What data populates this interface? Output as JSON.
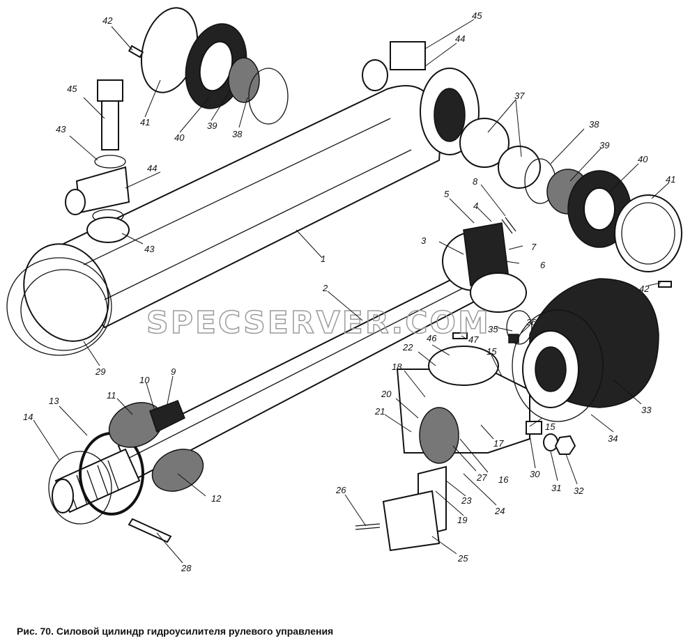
{
  "caption": "Рис. 70. Силовой цилиндр гидроусилителя рулевого управления",
  "watermark": "SPECSERVER.COM",
  "callouts": {
    "c1": "1",
    "c2": "2",
    "c3": "3",
    "c4": "4",
    "c5": "5",
    "c6": "6",
    "c7": "7",
    "c8": "8",
    "c9": "9",
    "c10": "10",
    "c11": "11",
    "c12": "12",
    "c13": "13",
    "c14": "14",
    "c15a": "15",
    "c15b": "15",
    "c16": "16",
    "c17": "17",
    "c18": "18",
    "c19": "19",
    "c20": "20",
    "c21": "21",
    "c22": "22",
    "c23": "23",
    "c24": "24",
    "c25": "25",
    "c26": "26",
    "c27": "27",
    "c28": "28",
    "c29": "29",
    "c30": "30",
    "c31": "31",
    "c32": "32",
    "c33": "33",
    "c34": "34",
    "c35": "35",
    "c36": "36",
    "c37": "37",
    "c38a": "38",
    "c38b": "38",
    "c39a": "39",
    "c39b": "39",
    "c40a": "40",
    "c40b": "40",
    "c41a": "41",
    "c41b": "41",
    "c42a": "42",
    "c42b": "42",
    "c43a": "43",
    "c43b": "43",
    "c44a": "44",
    "c44b": "44",
    "c45a": "45",
    "c45b": "45",
    "c46": "46",
    "c47": "47"
  }
}
